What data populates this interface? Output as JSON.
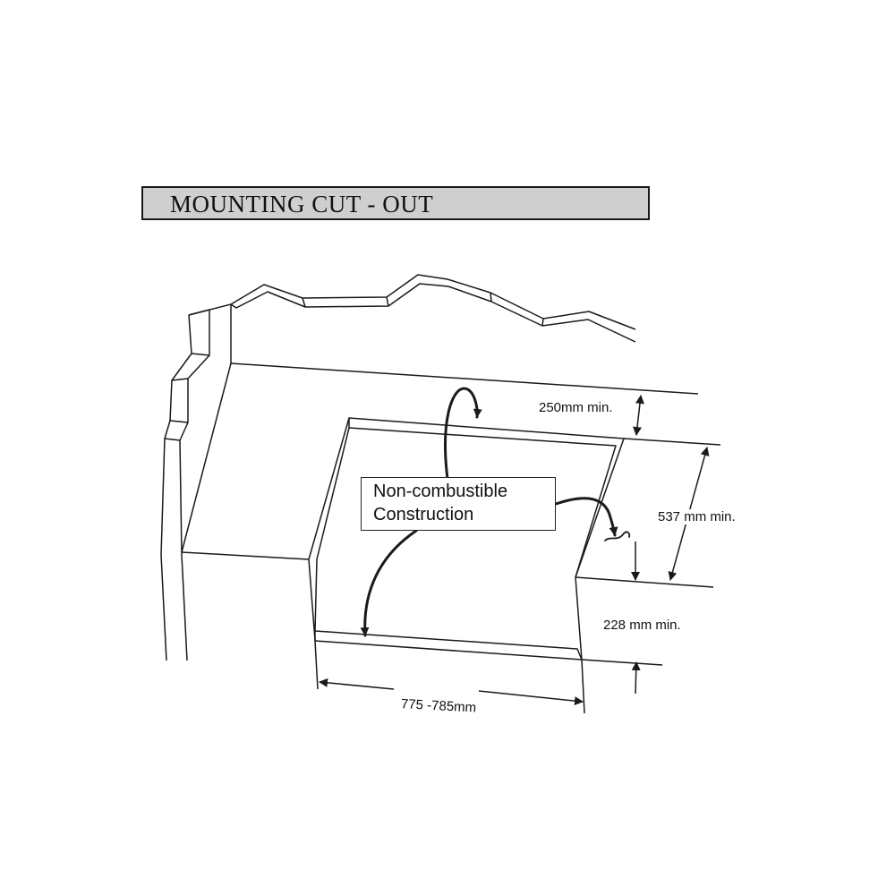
{
  "title": "MOUNTING CUT - OUT",
  "callout": {
    "line1": "Non-combustible",
    "line2": "Construction"
  },
  "dimensions": {
    "back_clearance": "250mm min.",
    "depth": "537 mm min.",
    "front_clearance": "228 mm min.",
    "width": "775 -785mm"
  },
  "colors": {
    "line": "#1a1a1a",
    "title_background": "#cfcfcf"
  }
}
